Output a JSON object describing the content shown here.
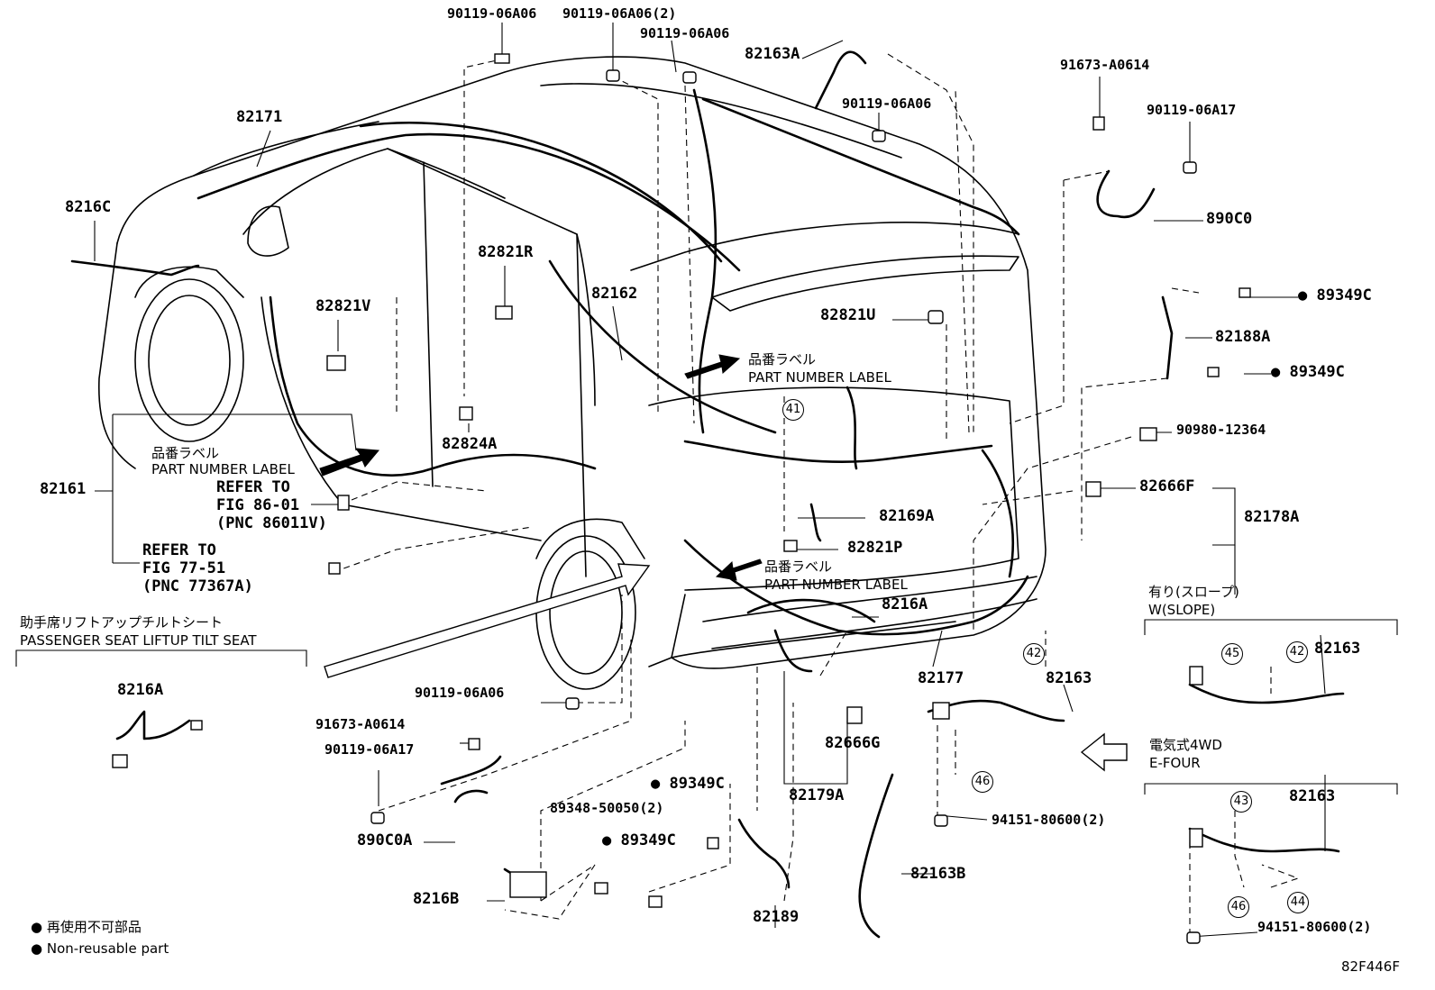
{
  "labels": {
    "p90119_06A06_a": "90119-06A06",
    "p90119_06A06_2": "90119-06A06(2)",
    "p90119_06A06_b": "90119-06A06",
    "p82163A": "82163A",
    "p91673_A0614_a": "91673-A0614",
    "p90119_06A06_c": "90119-06A06",
    "p90119_06A17_a": "90119-06A17",
    "p890C0": "890C0",
    "p82171": "82171",
    "p8216C": "8216C",
    "p82821R": "82821R",
    "p82162": "82162",
    "p82821V": "82821V",
    "p82821U": "82821U",
    "p89349C_a": "89349C",
    "p82188A": "82188A",
    "p89349C_b": "89349C",
    "p82824A": "82824A",
    "p90980_12364": "90980-12364",
    "p82161": "82161",
    "p82666F": "82666F",
    "p82169A": "82169A",
    "p82178A": "82178A",
    "p82821P": "82821P",
    "p8216A_main": "8216A",
    "p82177": "82177",
    "p82163_main": "82163",
    "p90119_06A06_d": "90119-06A06",
    "p91673_A0614_b": "91673-A0614",
    "p90119_06A17_b": "90119-06A17",
    "p82666G": "82666G",
    "p890C0A": "890C0A",
    "p89349C_c": "89349C",
    "p89348_50050": "89348-50050(2)",
    "p89349C_d": "89349C",
    "p82179A": "82179A",
    "p94151_a": "94151-80600(2)",
    "p8216B": "8216B",
    "p82189": "82189",
    "p82163B": "82163B",
    "p8216A_seat": "8216A",
    "p82163_slope": "82163",
    "p82163_efour": "82163",
    "p94151_b": "94151-80600(2)"
  },
  "refs": {
    "refer1_line1": "REFER TO",
    "refer1_line2": "FIG 86-01",
    "refer1_line3": "(PNC 86011V)",
    "refer2_line1": "REFER TO",
    "refer2_line2": "FIG 77-51",
    "refer2_line3": "(PNC 77367A)"
  },
  "part_number_labels": {
    "jp": "品番ラベル",
    "en": "PART NUMBER LABEL"
  },
  "sections": {
    "seat_jp": "助手席リフトアップチルトシート",
    "seat_en": "PASSENGER SEAT LIFTUP TILT SEAT",
    "slope_jp": "有り(スロープ)",
    "slope_en": "W(SLOPE)",
    "efour_jp": "電気式4WD",
    "efour_en": "E-FOUR"
  },
  "callouts": [
    "41",
    "42",
    "45",
    "42",
    "46",
    "43",
    "46",
    "44"
  ],
  "legend": {
    "jp": "再使用不可部品",
    "en": "Non-reusable part"
  },
  "diagram_id": "82F446F"
}
